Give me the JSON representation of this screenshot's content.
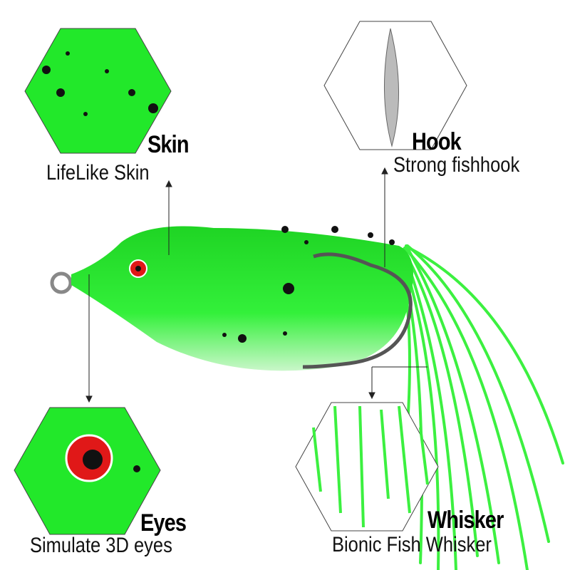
{
  "features": [
    {
      "title": "Skin",
      "subtitle": "LifeLike Skin",
      "icon": "skin-closeup"
    },
    {
      "title": "Hook",
      "subtitle": "Strong fishhook",
      "icon": "hook-closeup"
    },
    {
      "title": "Eyes",
      "subtitle": "Simulate 3D eyes",
      "icon": "eye-closeup"
    },
    {
      "title": "Whisker",
      "subtitle": "Bionic Fish Whisker",
      "icon": "whisker-closeup"
    }
  ],
  "colors": {
    "lure_green": "#22e82a",
    "eye_red": "#e01818",
    "spot": "#111111"
  }
}
